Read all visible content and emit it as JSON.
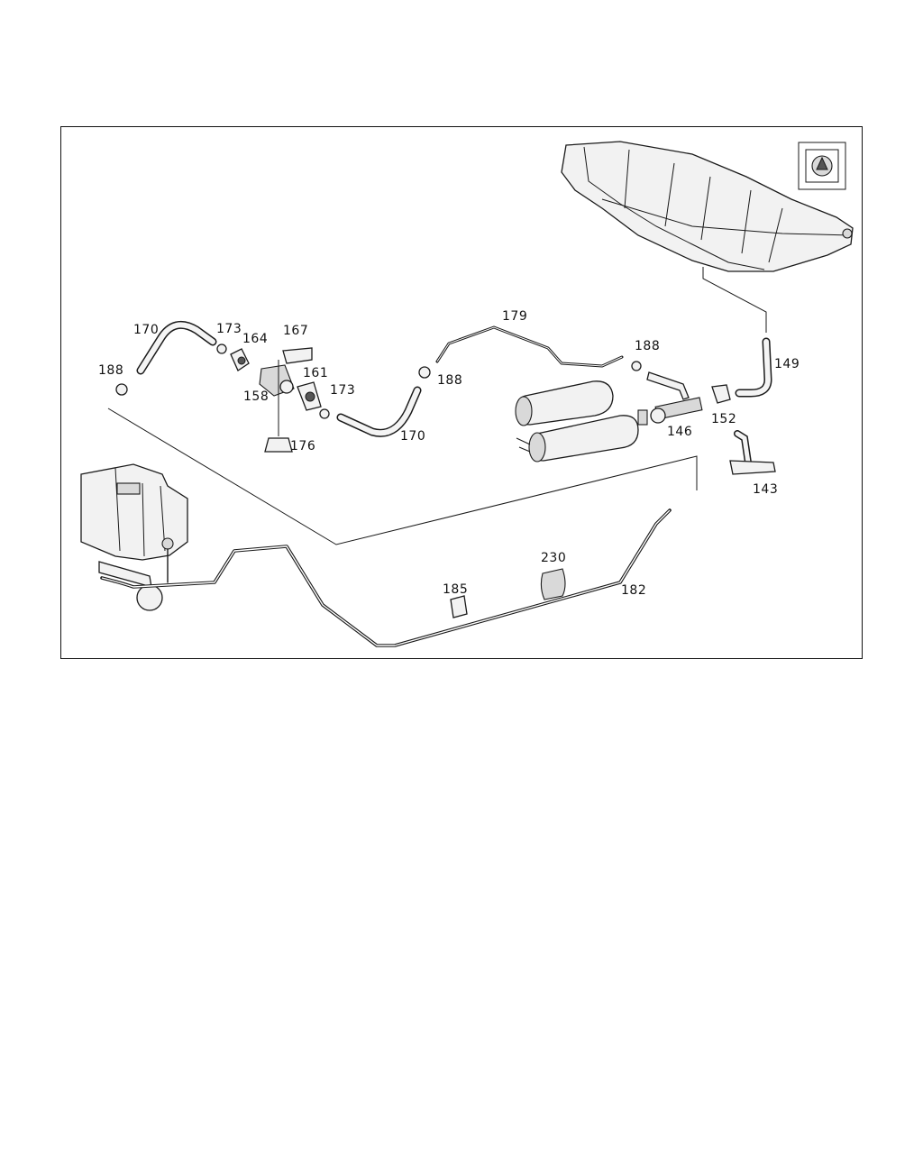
{
  "part_labels": [
    {
      "id": "p170a",
      "text": "170"
    },
    {
      "id": "p173a",
      "text": "173"
    },
    {
      "id": "p164",
      "text": "164"
    },
    {
      "id": "p167",
      "text": "167"
    },
    {
      "id": "p179",
      "text": "179"
    },
    {
      "id": "p188a",
      "text": "188"
    },
    {
      "id": "p188b",
      "text": "188"
    },
    {
      "id": "p188c",
      "text": "188"
    },
    {
      "id": "p161",
      "text": "161"
    },
    {
      "id": "p173b",
      "text": "173"
    },
    {
      "id": "p158",
      "text": "158"
    },
    {
      "id": "p176",
      "text": "176"
    },
    {
      "id": "p170b",
      "text": "170"
    },
    {
      "id": "p149",
      "text": "149"
    },
    {
      "id": "p152",
      "text": "152"
    },
    {
      "id": "p146",
      "text": "146"
    },
    {
      "id": "p143",
      "text": "143"
    },
    {
      "id": "p230",
      "text": "230"
    },
    {
      "id": "p185",
      "text": "185"
    },
    {
      "id": "p182",
      "text": "182"
    }
  ],
  "icons": {
    "corner_badge": "fuel-pump-badge-icon"
  }
}
